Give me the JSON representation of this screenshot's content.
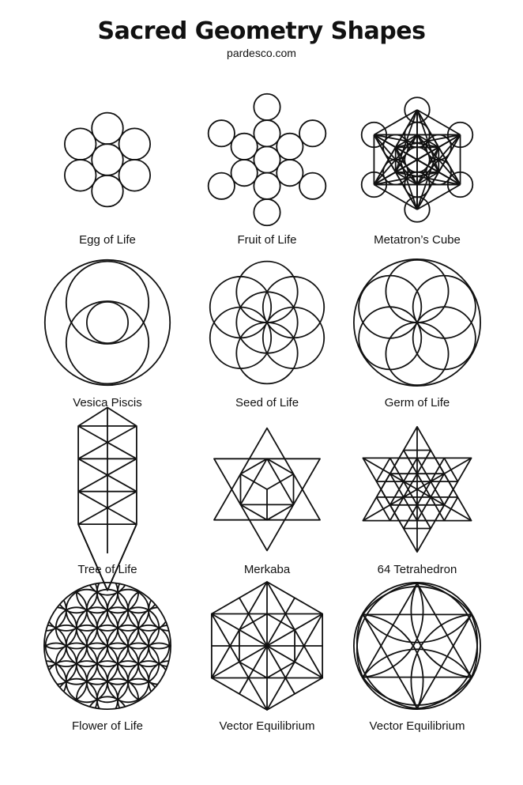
{
  "header": {
    "title": "Sacred Geometry Shapes",
    "subtitle": "pardesco.com"
  },
  "shapes": [
    {
      "label": "Egg of Life",
      "icon": "egg-of-life"
    },
    {
      "label": "Fruit of Life",
      "icon": "fruit-of-life"
    },
    {
      "label": "Metatron’s Cube",
      "icon": "metatrons-cube"
    },
    {
      "label": "Vesica Piscis",
      "icon": "vesica-piscis"
    },
    {
      "label": "Seed of Life",
      "icon": "seed-of-life"
    },
    {
      "label": "Germ of Life",
      "icon": "germ-of-life"
    },
    {
      "label": "Tree of Life",
      "icon": "tree-of-life"
    },
    {
      "label": "Merkaba",
      "icon": "merkaba"
    },
    {
      "label": "64 Tetrahedron",
      "icon": "64-tetrahedron"
    },
    {
      "label": "Flower of Life",
      "icon": "flower-of-life"
    },
    {
      "label": "Vector Equilibrium",
      "icon": "vector-equilibrium-hexagon"
    },
    {
      "label": "Vector Equilibrium",
      "icon": "vector-equilibrium-circle"
    }
  ]
}
